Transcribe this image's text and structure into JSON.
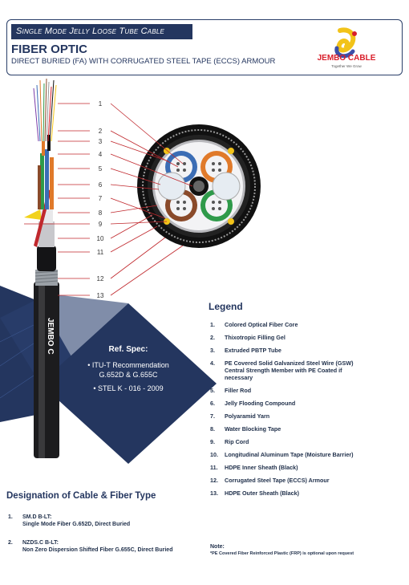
{
  "header": {
    "subtitle": "Single Mode Jelly Loose Tube Cable",
    "title": "FIBER OPTIC",
    "description": "DIRECT BURIED (FA) WITH CORRUGATED STEEL TAPE (ECCS) ARMOUR"
  },
  "logo": {
    "name": "JEMBO CABLE",
    "tagline": "Together We Grow"
  },
  "cable_print": "JEMBO C",
  "callouts": [
    "1",
    "2",
    "3",
    "4",
    "5",
    "6",
    "7",
    "8",
    "9",
    "10",
    "11",
    "12",
    "13"
  ],
  "ref_spec": {
    "title": "Ref. Spec:",
    "items": [
      "• ITU-T Recommendation",
      "G.652D & G.655C",
      "• STEL K - 016 - 2009"
    ]
  },
  "legend": {
    "title": "Legend",
    "items": [
      {
        "n": "1.",
        "text": "Colored Optical Fiber Core"
      },
      {
        "n": "2.",
        "text": "Thixotropic Filling Gel"
      },
      {
        "n": "3.",
        "text": "Extruded PBTP Tube"
      },
      {
        "n": "4.",
        "text": "PE Covered Solid Galvanized Steel Wire (GSW) Central Strength Member with PE Coated if necessary"
      },
      {
        "n": "5.",
        "text": "Filler Rod"
      },
      {
        "n": "6.",
        "text": "Jelly Flooding Compound"
      },
      {
        "n": "7.",
        "text": "Polyaramid Yarn"
      },
      {
        "n": "8.",
        "text": "Water Blocking Tape"
      },
      {
        "n": "9.",
        "text": "Rip Cord"
      },
      {
        "n": "10.",
        "text": "Longitudinal Aluminum Tape (Moisture Barrier)"
      },
      {
        "n": "11.",
        "text": "HDPE Inner Sheath (Black)"
      },
      {
        "n": "12.",
        "text": "Corrugated Steel Tape (ECCS) Armour"
      },
      {
        "n": "13.",
        "text": "HDPE Outer Sheath (Black)"
      }
    ]
  },
  "note": {
    "head": "Note:",
    "text": "*PE Covered Fiber Reinforced Plastic (FRP) is optional upon request"
  },
  "designation": {
    "title": "Designation of Cable & Fiber Type",
    "items": [
      {
        "n": "1.",
        "label": "SM.D B-LT:",
        "detail": "Single Mode Fiber G.652D, Direct Buried"
      },
      {
        "n": "2.",
        "label": "NZDS.C B-LT:",
        "detail": "Non Zero Dispersion Shifted Fiber G.655C, Direct Buried"
      }
    ]
  },
  "colors": {
    "navy": "#24365f",
    "red_line": "#c0282d",
    "tube_blue": "#3b6db5",
    "tube_orange": "#e07a2a",
    "tube_green": "#2f9a4a",
    "tube_brown": "#8a4a2a"
  }
}
